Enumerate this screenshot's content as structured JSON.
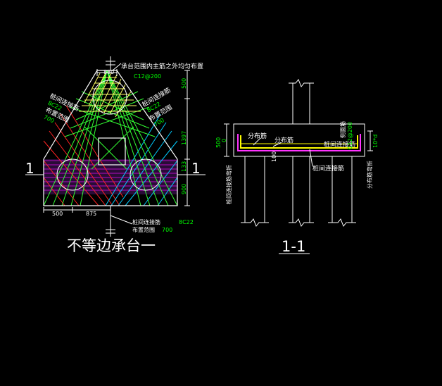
{
  "plan": {
    "title": "不等边承台一",
    "section_mark": "1",
    "note_top": "承台范围内主筋之外均匀布置",
    "note_top_bar": "C12@200",
    "left_label_1": "桩间连接筋",
    "left_label_1_bar": "8C22",
    "left_label_2": "布置范围",
    "left_label_2_val": "700",
    "right_label_1": "桩间连接筋",
    "right_label_1_bar": "8C22",
    "right_label_2": "布置范围",
    "right_label_2_val": "700",
    "bottom_label_1": "桩间连接筋",
    "bottom_label_1_bar": "8C22",
    "bottom_label_2": "布置范围",
    "bottom_label_2_val": "700",
    "dim_top": "880",
    "dim_right_1": "500",
    "dim_right_2": "1397",
    "dim_right_3": "133",
    "dim_right_4": "900",
    "dim_bottom_1": "500",
    "dim_bottom_2": "875"
  },
  "section": {
    "title": "1-1",
    "label_dist_1": "分布筋",
    "label_dist_2": "分布筋",
    "label_pile_conn": "桩间连接筋",
    "label_pile_conn_2": "桩间连接筋",
    "label_side": "侧面筋",
    "label_side_bar": "C12@200",
    "label_left_vert": "桩间连接筋弯折",
    "label_right_vert": "分布筋弯折",
    "dim_left": "500",
    "dim_left_2": "0",
    "dim_mid": "100",
    "dim_right": "10*d"
  }
}
